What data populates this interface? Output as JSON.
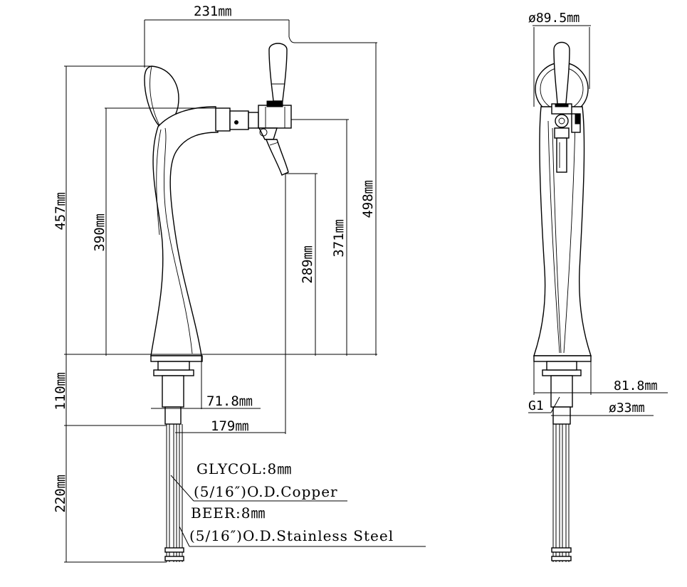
{
  "front_view": {
    "dim_width_top": "231㎜",
    "dim_total_height": "457㎜",
    "dim_body_height": "390㎜",
    "dim_tap_height": "289㎜",
    "dim_spout_height": "371㎜",
    "dim_handle_height": "498㎜",
    "dim_shank_length": "110㎜",
    "dim_shank_width": "71.8㎜",
    "dim_spout_reach": "179㎜",
    "dim_tube_length": "220㎜"
  },
  "side_view": {
    "dim_diameter_top": "ø89.5㎜",
    "dim_base_width": "81.8㎜",
    "dim_thread": "G1",
    "dim_shank_diameter": "ø33㎜"
  },
  "notes": {
    "glycol_line1": "GLYCOL:8㎜",
    "glycol_line2": "(5/16″)O.D.Copper",
    "beer_line1": "BEER:8㎜",
    "beer_line2": "(5/16″)O.D.Stainless Steel"
  }
}
